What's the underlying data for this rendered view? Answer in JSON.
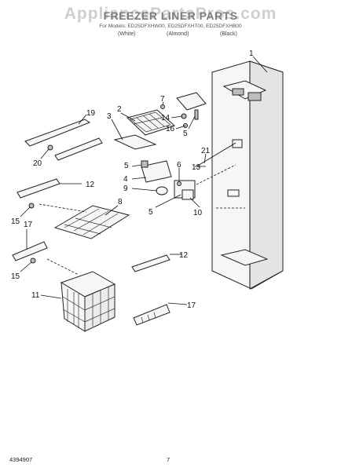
{
  "header": {
    "watermark": "AppliancePartsPros.com",
    "title": "FREEZER LINER PARTS",
    "subtitle": "For Models: ED25DFXHW00, ED25DFXHT00, ED25DFXHB00",
    "variants": [
      "(White)",
      "(Almond)",
      "(Black)"
    ]
  },
  "footer": {
    "doc_number": "4394907",
    "page_number": "7"
  },
  "callouts": [
    "1",
    "2",
    "3",
    "7",
    "14",
    "16",
    "5",
    "19",
    "20",
    "21",
    "13",
    "5",
    "6",
    "4",
    "9",
    "10",
    "5",
    "12",
    "8",
    "15",
    "17",
    "12",
    "15",
    "11",
    "17"
  ]
}
